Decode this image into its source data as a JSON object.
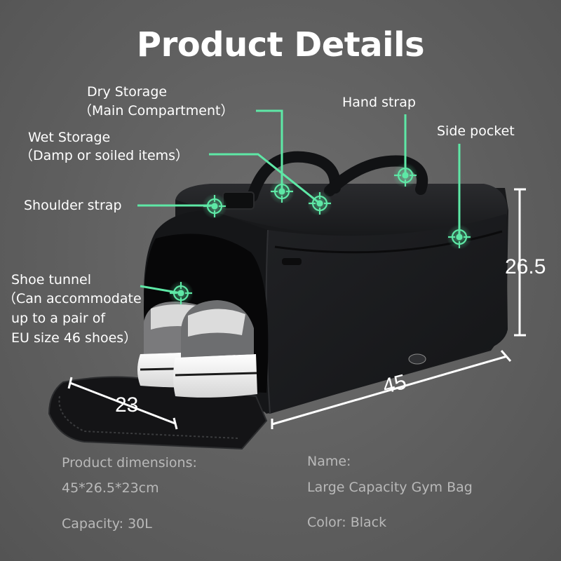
{
  "title": "Product Details",
  "callouts": {
    "dry_storage": "Dry Storage",
    "dry_storage_sub": "（Main Compartment）",
    "wet_storage": "Wet Storage",
    "wet_storage_sub": "（Damp or soiled items）",
    "shoulder_strap": "Shoulder strap",
    "hand_strap": "Hand strap",
    "side_pocket": "Side pocket",
    "shoe_tunnel_lines": [
      "Shoe tunnel",
      "（Can accommodate",
      "up to a pair of",
      "EU size 46 shoes）"
    ]
  },
  "dimensions": {
    "height": "26.5",
    "length": "45",
    "width": "23"
  },
  "specs": {
    "dimensions_label": "Product dimensions:",
    "dimensions_value": "45*26.5*23cm",
    "capacity": "Capacity: 30L",
    "name_label": "Name:",
    "name_value": "Large Capacity Gym Bag",
    "color": "Color: Black"
  },
  "colors": {
    "accent": "#5ee8a6",
    "background": "#5f5f5f",
    "bag": "#1b1c1e"
  }
}
